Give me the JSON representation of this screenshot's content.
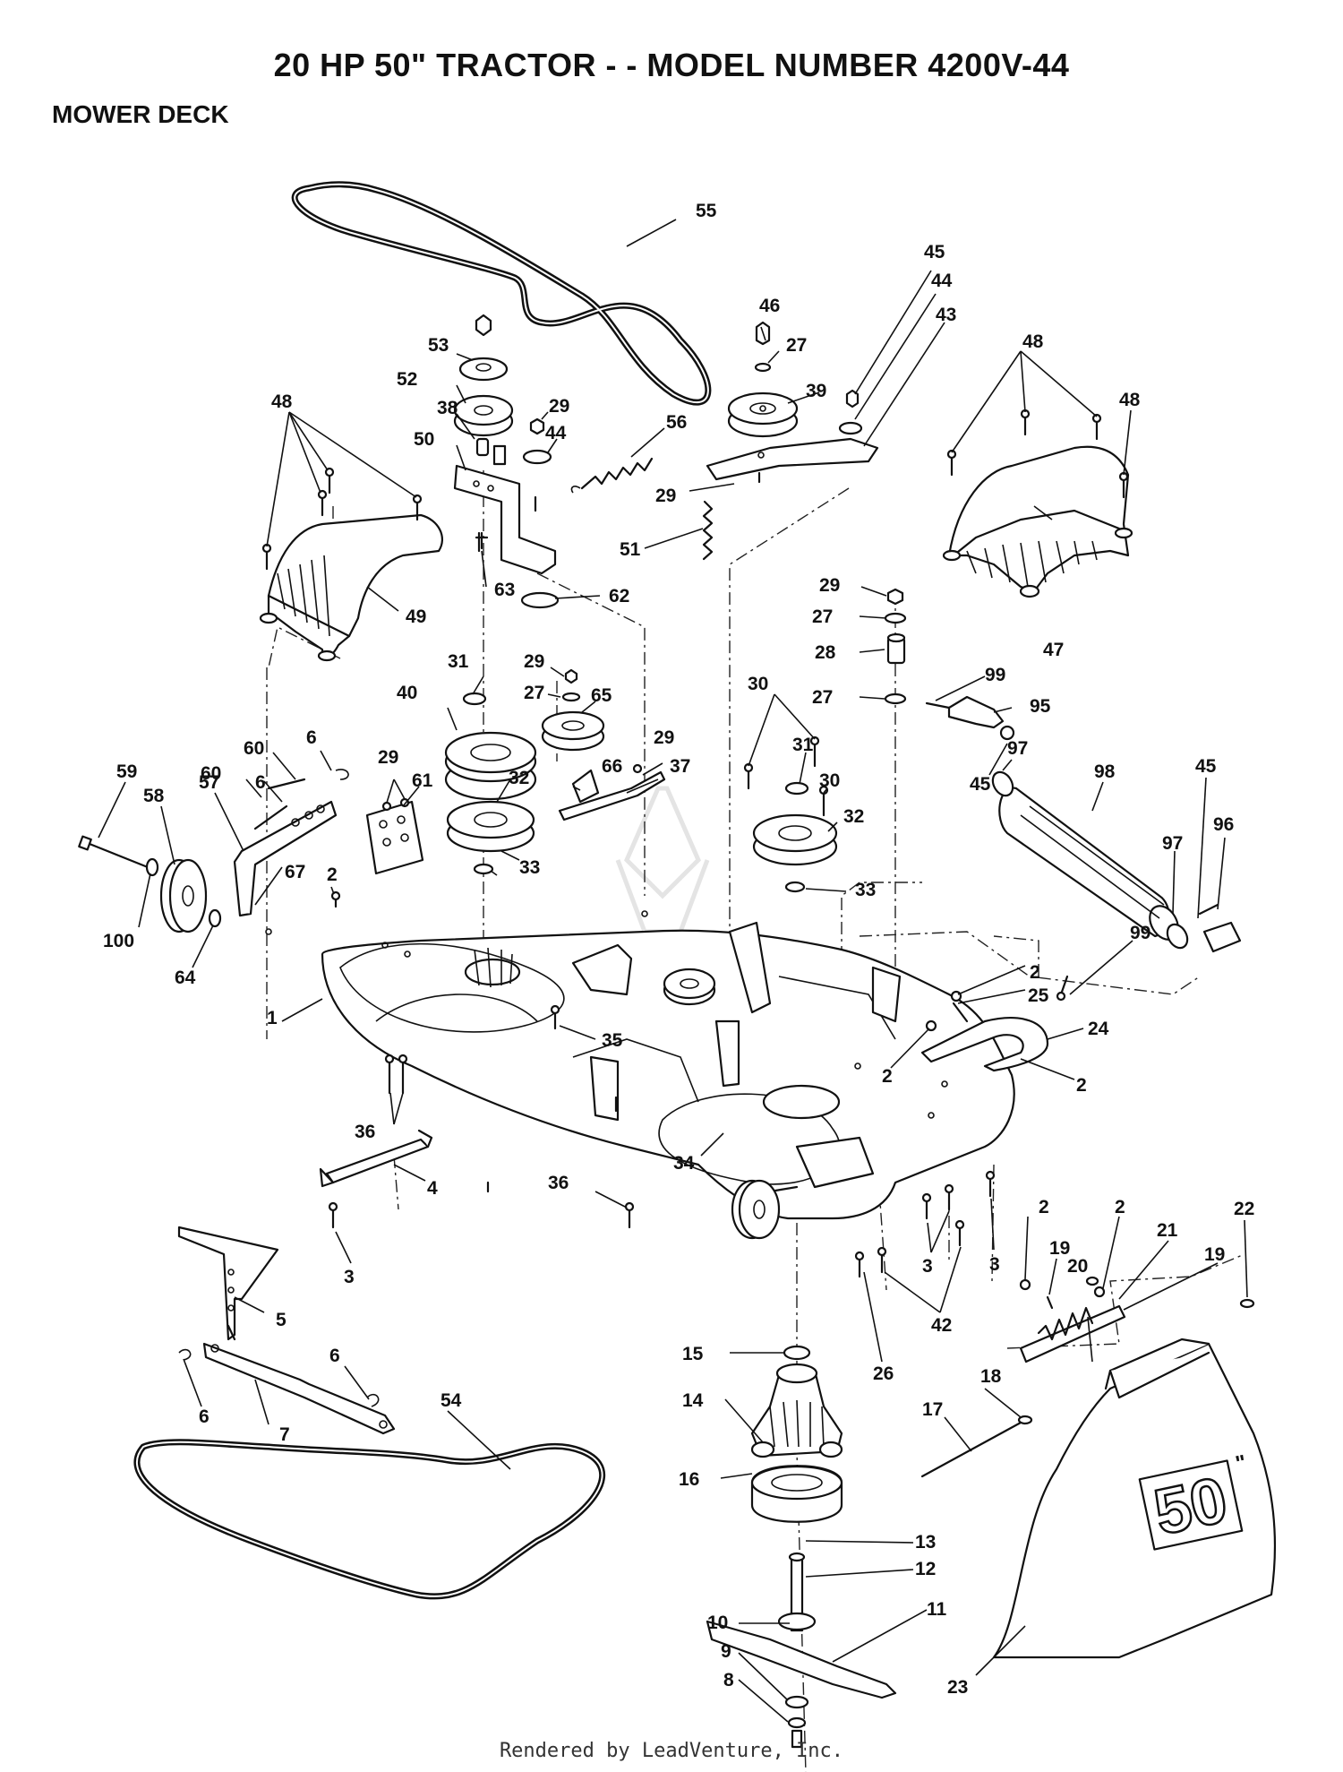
{
  "header": {
    "title": "20 HP 50\" TRACTOR - - MODEL NUMBER 4200V-44",
    "section": "MOWER DECK"
  },
  "footer": "Rendered by LeadVenture, Inc.",
  "callouts": [
    {
      "n": "55"
    },
    {
      "n": "45"
    },
    {
      "n": "46"
    },
    {
      "n": "27"
    },
    {
      "n": "39"
    },
    {
      "n": "45"
    },
    {
      "n": "44"
    },
    {
      "n": "43"
    },
    {
      "n": "53"
    },
    {
      "n": "52"
    },
    {
      "n": "38"
    },
    {
      "n": "50"
    },
    {
      "n": "29"
    },
    {
      "n": "44"
    },
    {
      "n": "56"
    },
    {
      "n": "29"
    },
    {
      "n": "51"
    },
    {
      "n": "48"
    },
    {
      "n": "48"
    },
    {
      "n": "48"
    },
    {
      "n": "49"
    },
    {
      "n": "63"
    },
    {
      "n": "62"
    },
    {
      "n": "47"
    },
    {
      "n": "29"
    },
    {
      "n": "27"
    },
    {
      "n": "28"
    },
    {
      "n": "27"
    },
    {
      "n": "99"
    },
    {
      "n": "95"
    },
    {
      "n": "31"
    },
    {
      "n": "40"
    },
    {
      "n": "29"
    },
    {
      "n": "27"
    },
    {
      "n": "65"
    },
    {
      "n": "30"
    },
    {
      "n": "97"
    },
    {
      "n": "98"
    },
    {
      "n": "45"
    },
    {
      "n": "97"
    },
    {
      "n": "96"
    },
    {
      "n": "45"
    },
    {
      "n": "59"
    },
    {
      "n": "58"
    },
    {
      "n": "57"
    },
    {
      "n": "60"
    },
    {
      "n": "6"
    },
    {
      "n": "60"
    },
    {
      "n": "6"
    },
    {
      "n": "29"
    },
    {
      "n": "61"
    },
    {
      "n": "32"
    },
    {
      "n": "66"
    },
    {
      "n": "29"
    },
    {
      "n": "37"
    },
    {
      "n": "31"
    },
    {
      "n": "30"
    },
    {
      "n": "32"
    },
    {
      "n": "33"
    },
    {
      "n": "33"
    },
    {
      "n": "100"
    },
    {
      "n": "64"
    },
    {
      "n": "67"
    },
    {
      "n": "2"
    },
    {
      "n": "1"
    },
    {
      "n": "35"
    },
    {
      "n": "99"
    },
    {
      "n": "2"
    },
    {
      "n": "25"
    },
    {
      "n": "24"
    },
    {
      "n": "2"
    },
    {
      "n": "2"
    },
    {
      "n": "36"
    },
    {
      "n": "4"
    },
    {
      "n": "34"
    },
    {
      "n": "36"
    },
    {
      "n": "3"
    },
    {
      "n": "3"
    },
    {
      "n": "3"
    },
    {
      "n": "42"
    },
    {
      "n": "2"
    },
    {
      "n": "19"
    },
    {
      "n": "2"
    },
    {
      "n": "21"
    },
    {
      "n": "22"
    },
    {
      "n": "20"
    },
    {
      "n": "19"
    },
    {
      "n": "5"
    },
    {
      "n": "26"
    },
    {
      "n": "15"
    },
    {
      "n": "14"
    },
    {
      "n": "6"
    },
    {
      "n": "6"
    },
    {
      "n": "7"
    },
    {
      "n": "54"
    },
    {
      "n": "18"
    },
    {
      "n": "17"
    },
    {
      "n": "16"
    },
    {
      "n": "13"
    },
    {
      "n": "12"
    },
    {
      "n": "11"
    },
    {
      "n": "10"
    },
    {
      "n": "9"
    },
    {
      "n": "8"
    },
    {
      "n": "23"
    }
  ],
  "decal": {
    "text": "50",
    "mark": "\""
  }
}
